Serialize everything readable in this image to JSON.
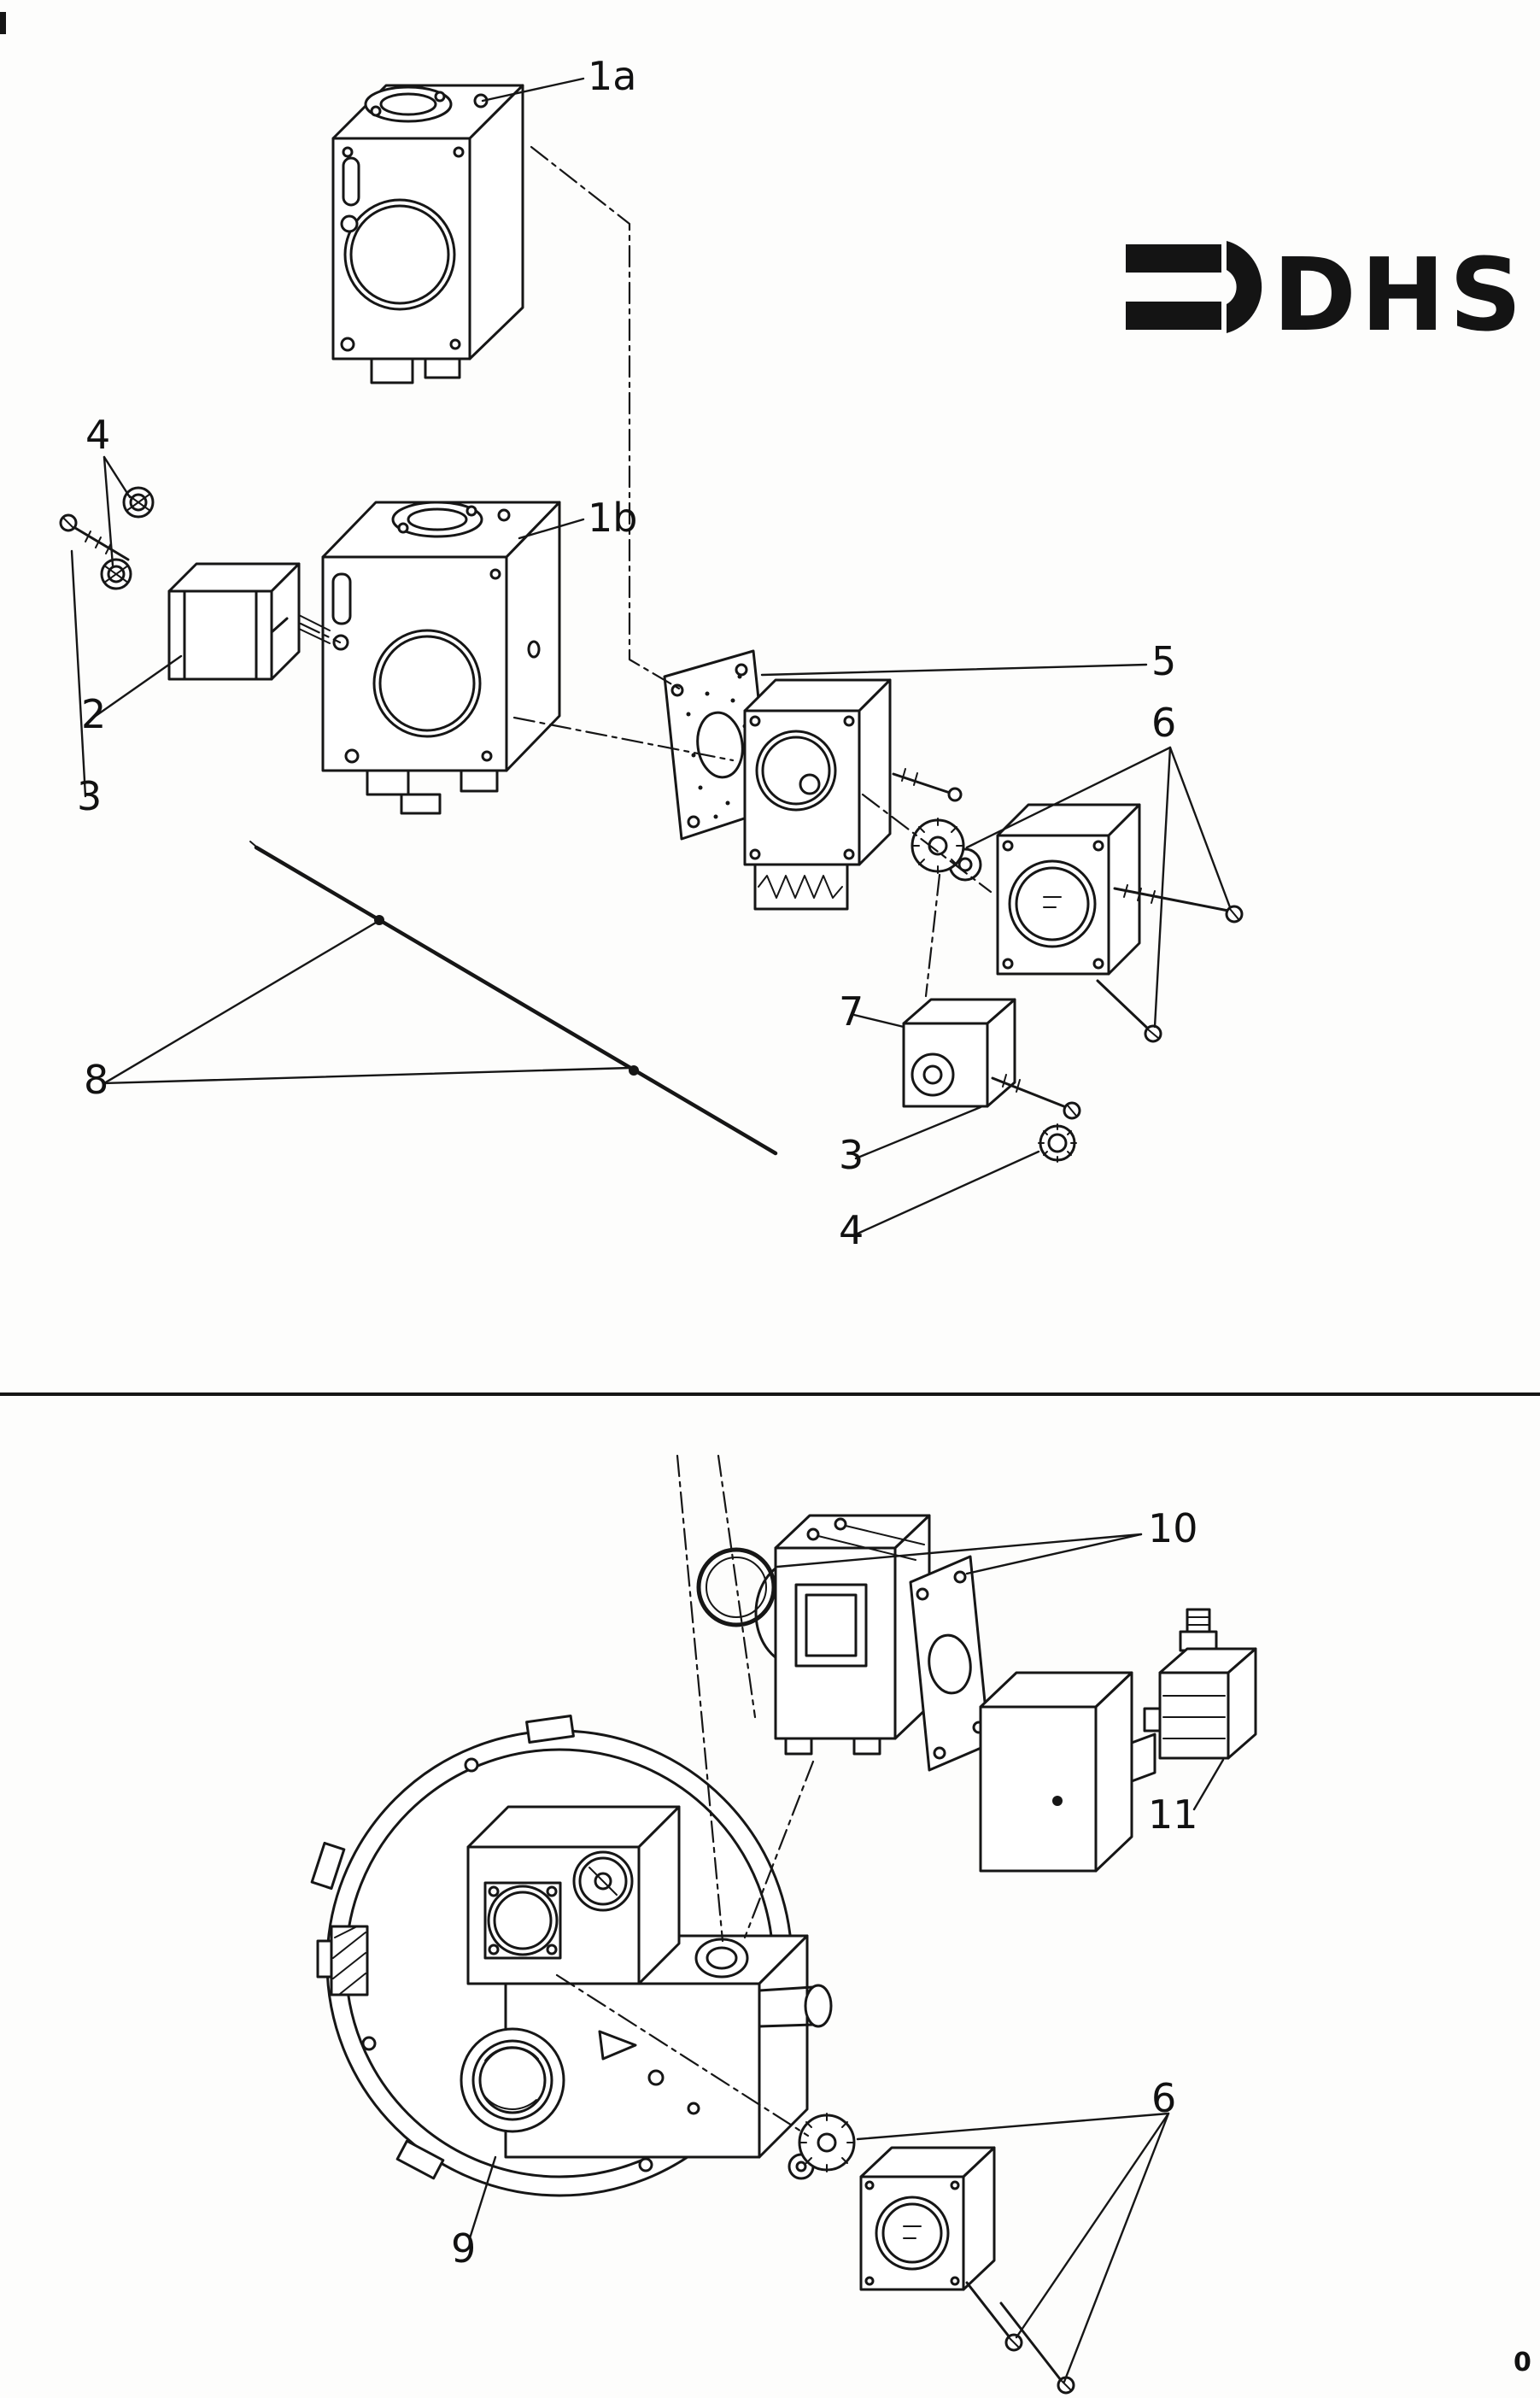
{
  "logo": {
    "brand": "DHS"
  },
  "page_number": "0",
  "top_diagram": {
    "callouts": {
      "v1a": "1a",
      "v1b": "1b",
      "v2": "2",
      "v3a": "3",
      "v4a": "4",
      "v5": "5",
      "v6": "6",
      "v7": "7",
      "v8": "8",
      "v3b": "3",
      "v4b": "4"
    }
  },
  "bottom_diagram": {
    "callouts": {
      "v9": "9",
      "v10": "10",
      "v11": "11",
      "v6": "6"
    }
  }
}
